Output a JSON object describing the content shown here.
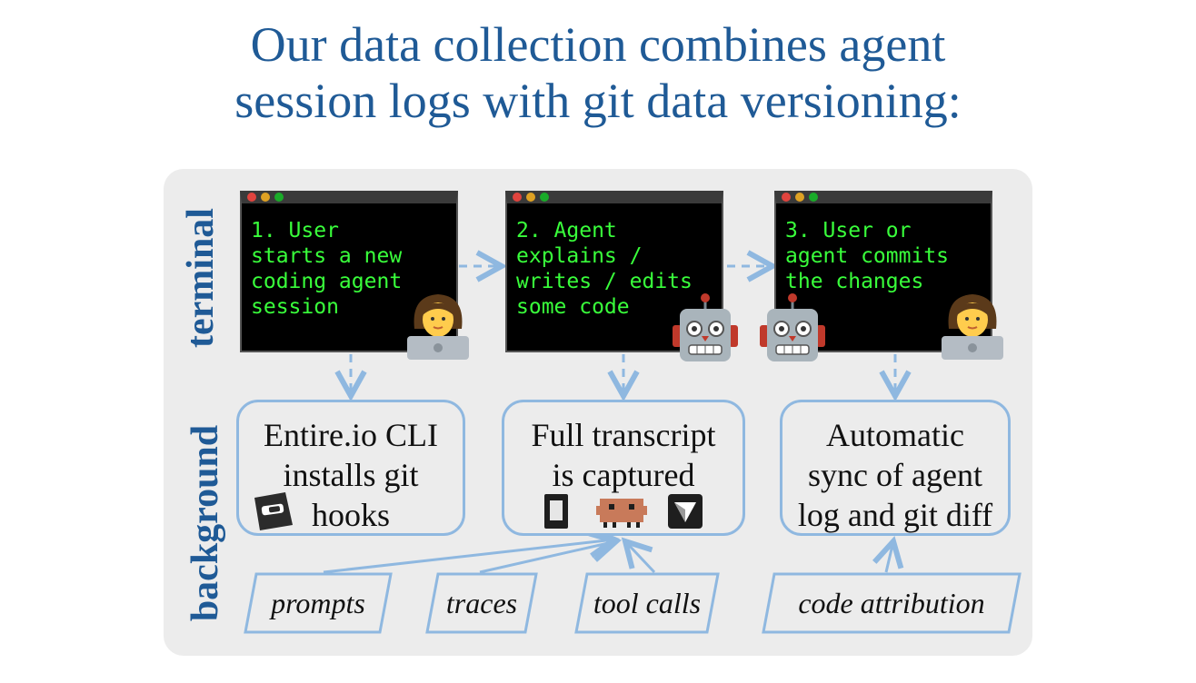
{
  "title_line1": "Our data collection combines agent",
  "title_line2": "session logs with git data versioning:",
  "side_labels": {
    "terminal": "terminal",
    "background": "background"
  },
  "terminals": [
    {
      "text": "1. User\nstarts a new\ncoding agent\nsession"
    },
    {
      "text": "2. Agent\nexplains /\nwrites / edits\nsome code"
    },
    {
      "text": "3. User or\nagent commits\nthe changes"
    }
  ],
  "background_boxes": [
    {
      "text": "Entire.io CLI\ninstalls git\n     hooks"
    },
    {
      "text": "Full transcript\nis captured"
    },
    {
      "text": "Automatic\nsync of agent\nlog and git diff"
    }
  ],
  "inputs": [
    "prompts",
    "traces",
    "tool calls",
    "code attribution"
  ],
  "colors": {
    "title": "#1f5a96",
    "arrow": "#8fb8e0",
    "terminal_text": "#39ff3b",
    "panel": "#ececec"
  },
  "icons": [
    "person-laptop-icon",
    "robot-icon",
    "entire-logo-icon",
    "app-icon",
    "space-invader-icon",
    "cursor-logo-icon"
  ]
}
